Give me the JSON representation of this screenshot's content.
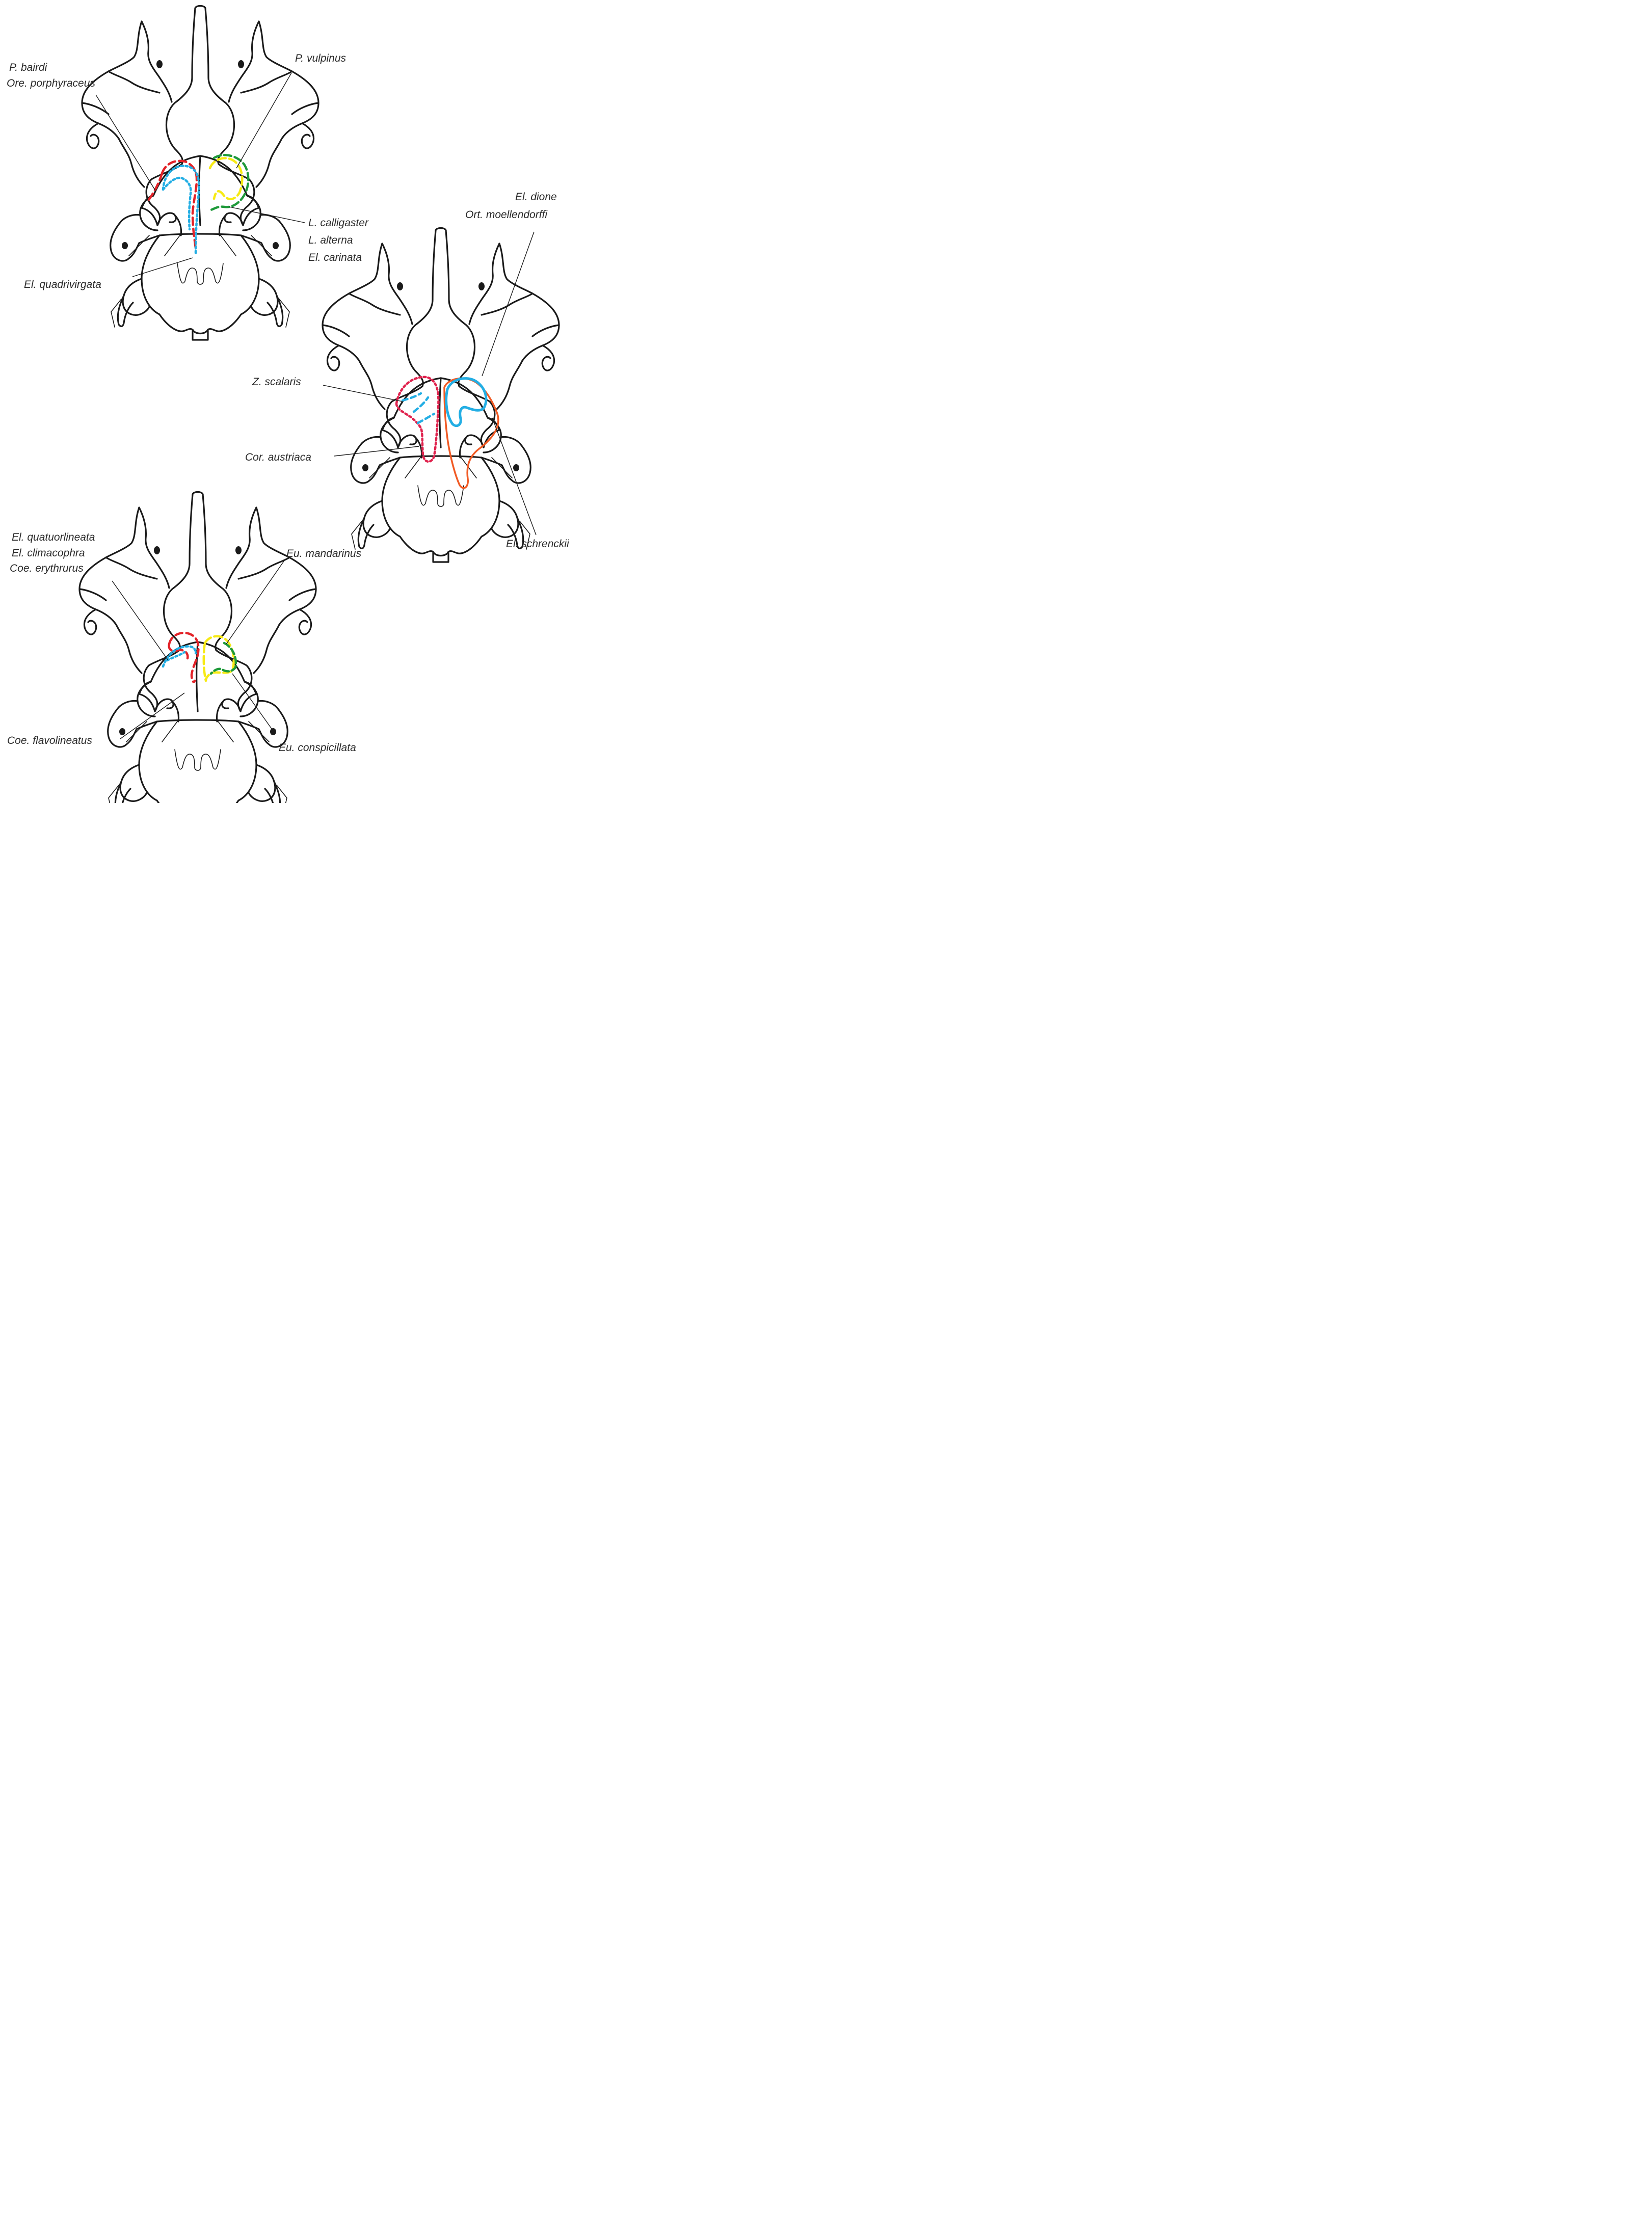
{
  "colors": {
    "red": "#e32228",
    "blue": "#23aee4",
    "yellow": "#f7ea14",
    "green": "#1e9a3a",
    "orange": "#f15a24",
    "crimson": "#e0234e",
    "outline": "#1a1a1a"
  },
  "panels": [
    {
      "name": "top-left",
      "labels": [
        "P. bairdi",
        "Ore. porphyraceus",
        "P. vulpinus",
        "L. calligaster",
        "L. alterna",
        "El. carinata",
        "El. quadrivirgata"
      ]
    },
    {
      "name": "middle-right",
      "labels": [
        "El. dione",
        "Ort. moellendorffi",
        "Z. scalaris",
        "Cor. austriaca",
        "El. schrenckii"
      ]
    },
    {
      "name": "bottom-left",
      "labels": [
        "El. quatuorlineata",
        "El. climacophra",
        "Coe. erythrurus",
        "Eu. mandarinus",
        "Coe. flavolineatus",
        "Eu. conspicillata"
      ]
    }
  ]
}
